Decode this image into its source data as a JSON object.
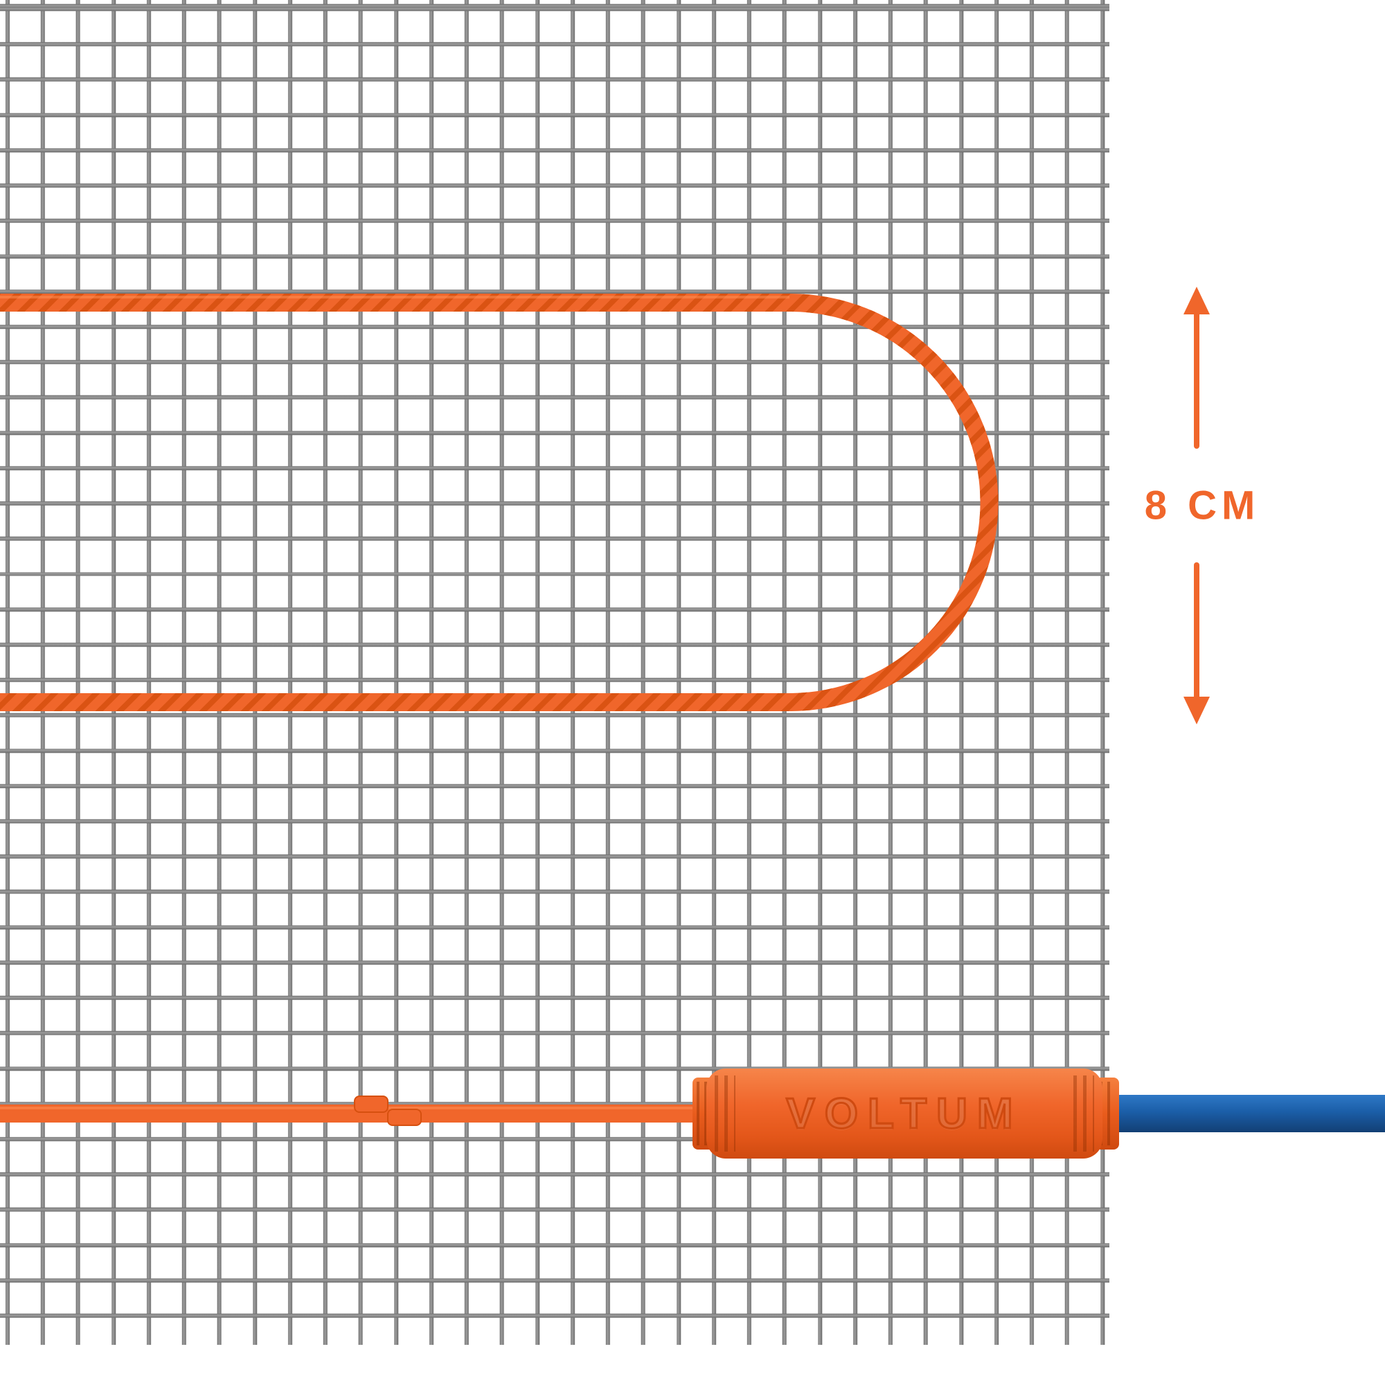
{
  "diagram": {
    "type": "product-diagram",
    "subject": "electric heating cable mat on metal mesh with cable spacing dimension",
    "dimension_label": "8 CM",
    "brand_label": "VOLTUM",
    "annotations": {
      "dimension": {
        "label": "8 CM",
        "style": "double-headed-vertical-arrow",
        "measures": "spacing between heating cable runs"
      }
    },
    "colors": {
      "accent_orange": "#F0662B",
      "braid_shadow_orange": "#D6500F",
      "power_cord_blue": "#1B5EA8",
      "mesh_gray": "#8A8A8A",
      "background": "#FFFFFF"
    }
  }
}
